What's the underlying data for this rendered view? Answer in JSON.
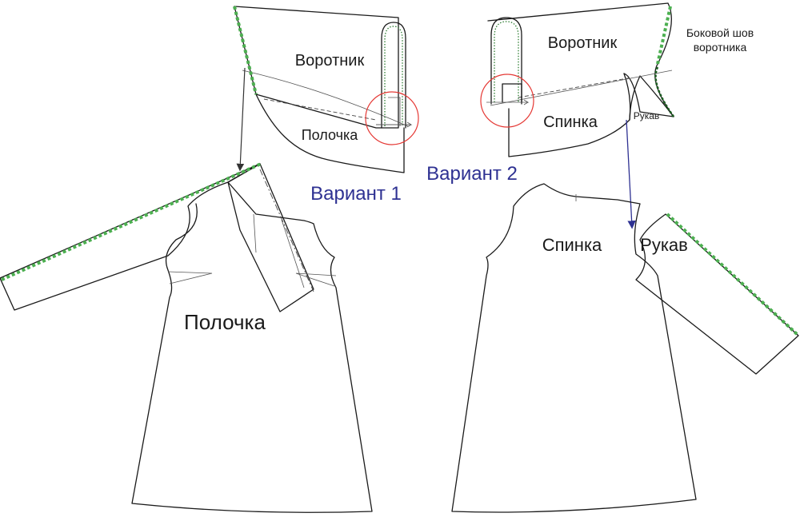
{
  "colors": {
    "outline": "#1a1a1a",
    "seam_green": "#4caf50",
    "seam_dark": "#1b5e20",
    "arrow_front": "#333333",
    "arrow_back": "#2e3192",
    "highlight_circle": "#e53935",
    "variant_text": "#2e3192"
  },
  "variant1": {
    "title": "Вариант 1",
    "collar_label": "Воротник",
    "front_small_label": "Полочка",
    "front_label": "Полочка"
  },
  "variant2": {
    "title": "Вариант 2",
    "collar_label": "Воротник",
    "collar_side_seam_line1": "Боковой шов",
    "collar_side_seam_line2": "воротника",
    "back_small_label": "Спинка",
    "sleeve_small_label": "Рукав",
    "back_label": "Спинка",
    "sleeve_label": "Рукав"
  }
}
